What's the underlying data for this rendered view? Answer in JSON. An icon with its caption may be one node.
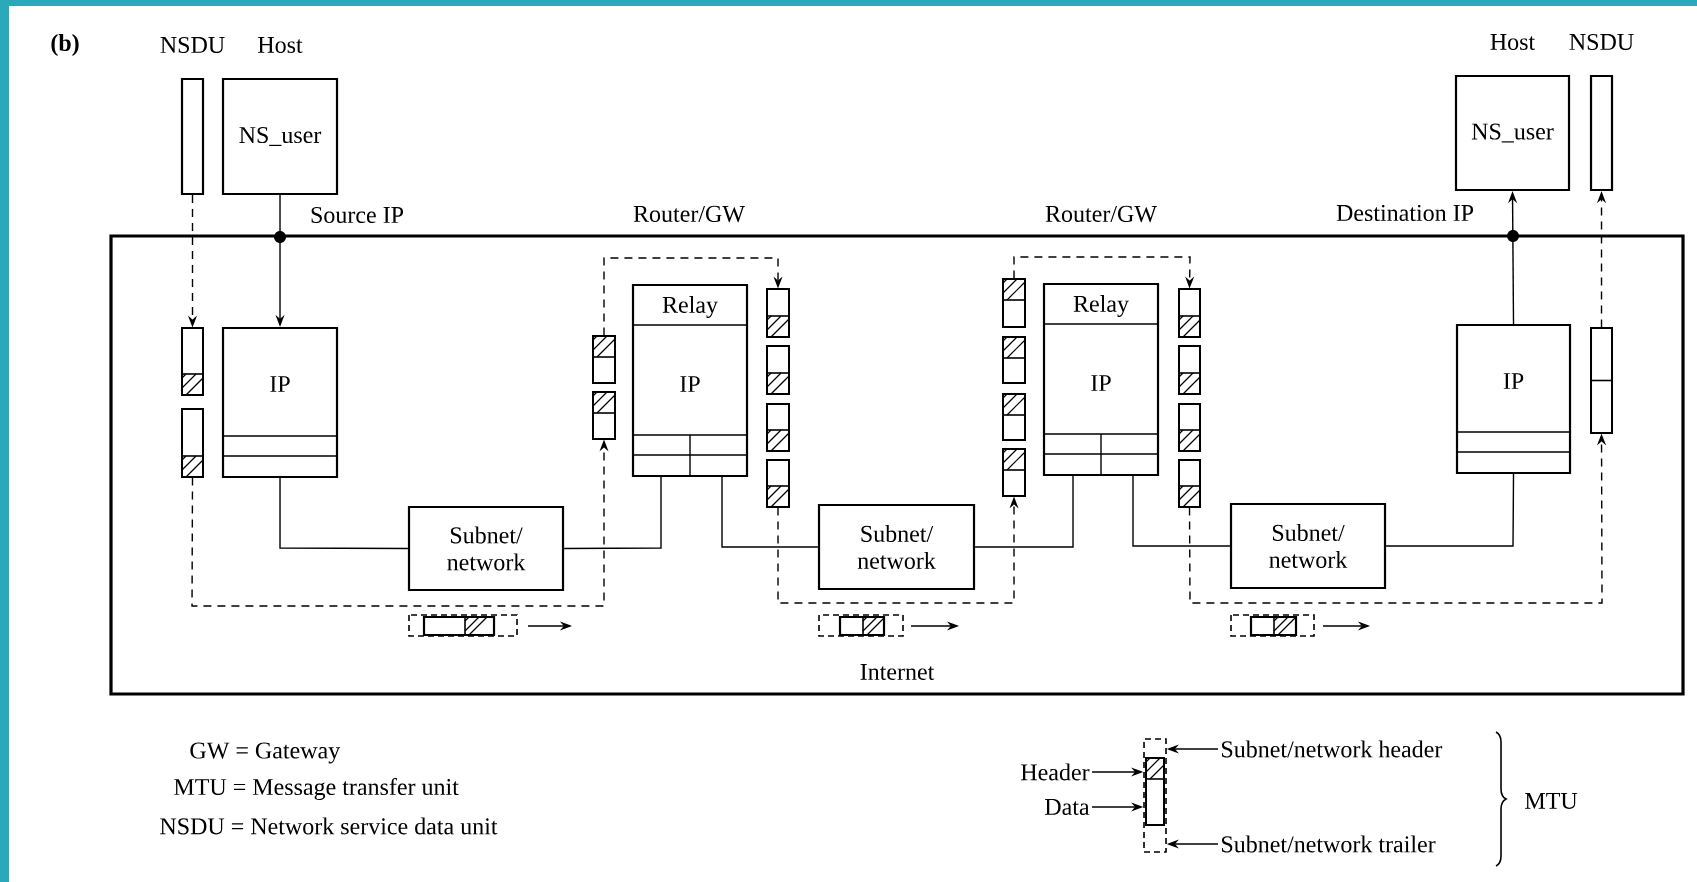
{
  "diagram": {
    "nodes": [
      {
        "text": [
          "NSDU"
        ]
      },
      {
        "text": [
          "Host",
          "NS_user"
        ]
      },
      {
        "text": [
          "Host",
          "NS_user"
        ]
      },
      {
        "text": [
          "NSDU"
        ]
      },
      {
        "text": [
          "Internet"
        ]
      },
      {
        "text": [],
        "shape": "bar",
        "in": 4
      },
      {
        "text": [
          "IP"
        ],
        "in": 4
      },
      {
        "text": [],
        "shape": "bar",
        "in": 4
      },
      {
        "text": [
          "Relay",
          "IP"
        ],
        "in": 4
      },
      {
        "text": [],
        "shape": "bar",
        "in": 4
      },
      {
        "text": [],
        "shape": "bar",
        "in": 4
      },
      {
        "text": [
          "Relay",
          "IP"
        ],
        "in": 4
      },
      {
        "text": [],
        "shape": "bar",
        "in": 4
      },
      {
        "text": [
          "IP"
        ],
        "in": 4
      },
      {
        "text": [],
        "shape": "bar",
        "in": 4
      },
      {
        "text": [
          "Subnet/ network"
        ],
        "in": 4
      },
      {
        "text": [
          "Subnet/ network"
        ],
        "in": 4
      },
      {
        "text": [
          "Subnet/ network"
        ],
        "in": 4
      },
      {
        "text": [
          "Header"
        ]
      },
      {
        "text": [
          "Data"
        ]
      },
      {
        "text": [
          "Subnet/network header"
        ]
      },
      {
        "text": [
          "Subnet/network trailer"
        ]
      },
      {
        "text": [],
        "shape": "bar"
      }
    ],
    "edges": [
      {
        "from": 0,
        "to": 5,
        "arrow": "to",
        "style": "dashed"
      },
      {
        "from": 5,
        "to": 7,
        "arrow": "to",
        "style": "dashed"
      },
      {
        "from": 7,
        "to": 9,
        "arrow": "to",
        "style": "dashed"
      },
      {
        "from": 9,
        "to": 10,
        "arrow": "to",
        "style": "dashed"
      },
      {
        "from": 10,
        "to": 12,
        "arrow": "to",
        "style": "dashed"
      },
      {
        "from": 12,
        "to": 14,
        "arrow": "to",
        "style": "dashed"
      },
      {
        "from": 14,
        "to": 3,
        "arrow": "to",
        "style": "dashed"
      },
      {
        "from": 1,
        "to": 6,
        "arrow": "to"
      },
      {
        "from": 6,
        "to": 15,
        "arrow": "none"
      },
      {
        "from": 15,
        "to": 8,
        "arrow": "none"
      },
      {
        "from": 8,
        "to": 16,
        "arrow": "none"
      },
      {
        "from": 16,
        "to": 11,
        "arrow": "none"
      },
      {
        "from": 11,
        "to": 17,
        "arrow": "none"
      },
      {
        "from": 17,
        "to": 13,
        "arrow": "none"
      },
      {
        "from": 13,
        "to": 2,
        "arrow": "to"
      },
      {
        "from": 18,
        "to": 22,
        "arrow": "to"
      },
      {
        "from": 19,
        "to": 22,
        "arrow": "to"
      },
      {
        "from": 20,
        "to": 22,
        "arrow": "to"
      },
      {
        "from": 21,
        "to": 22,
        "arrow": "to"
      }
    ],
    "labels": [
      "(b)",
      "Source IP",
      "Router/GW",
      "Router/GW",
      "Destination IP",
      "GW = Gateway",
      "MTU = Message transfer unit",
      "NSDU = Network service data unit",
      "MTU"
    ]
  }
}
